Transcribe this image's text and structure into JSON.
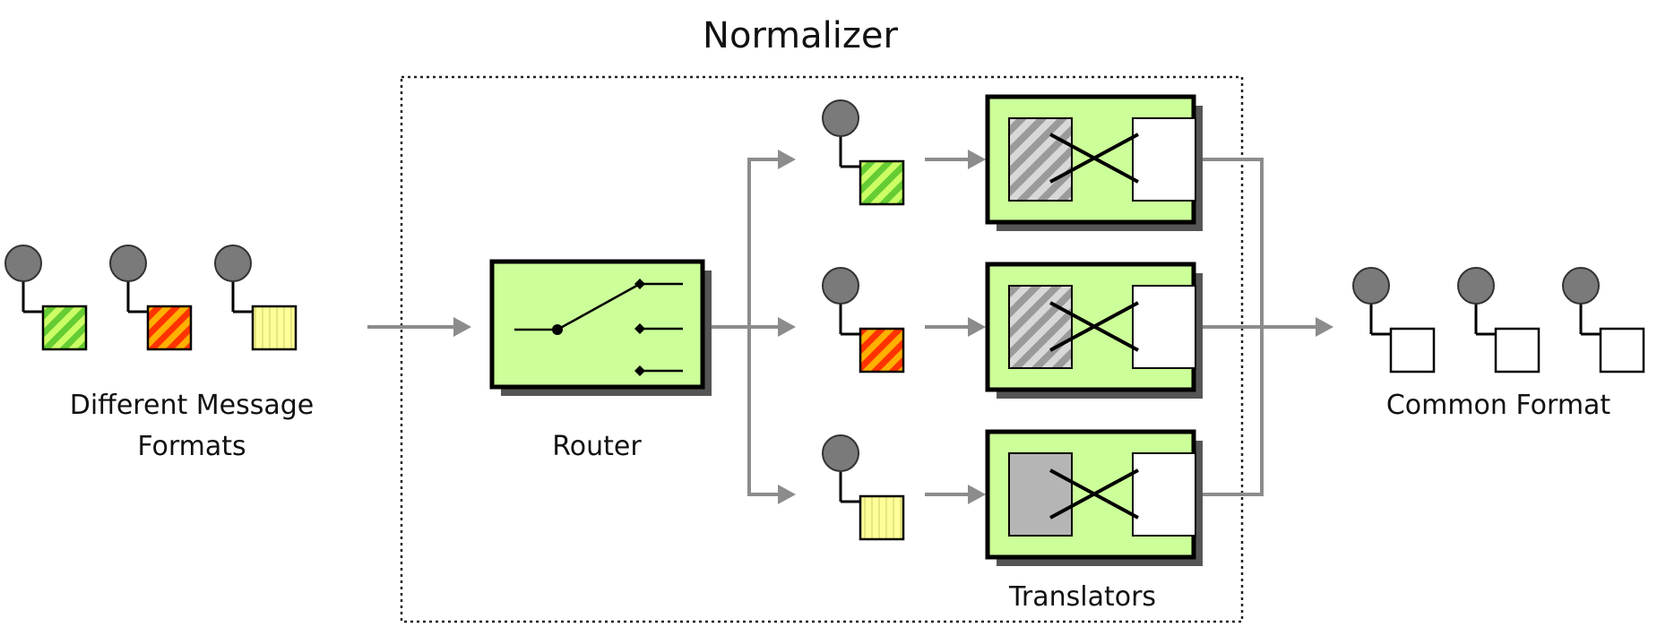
{
  "diagram": {
    "title": "Normalizer",
    "input_caption_line1": "Different Message",
    "input_caption_line2": "Formats",
    "router_label": "Router",
    "translators_label": "Translators",
    "output_caption": "Common Format"
  },
  "colors": {
    "component_fill": "#ccff99",
    "component_border": "#000000",
    "flow_line": "#8c8c8c",
    "channel_head": "#7a7a7a",
    "green_stripe": "#66cc33",
    "red_stripe": "#ff3300",
    "orange_stripe": "#ffb000",
    "yellow": "#ffff99",
    "gray_stripe": "#9a9a9a"
  },
  "message_formats": [
    "green-striped",
    "red-orange-striped",
    "yellow-lined"
  ],
  "icons": [
    "message-icon",
    "router-switch-icon",
    "translator-icon",
    "arrow-icon"
  ]
}
